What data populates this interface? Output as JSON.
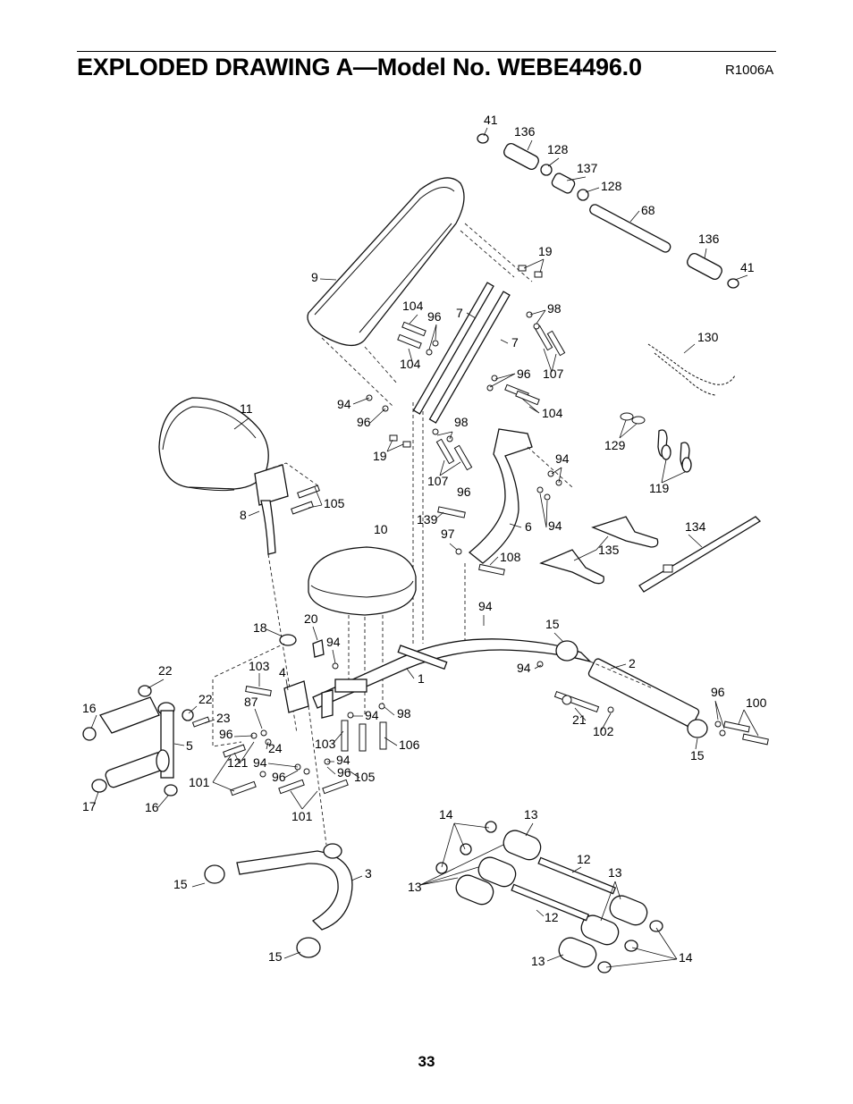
{
  "header": {
    "title": "EXPLODED DRAWING A—Model No. WEBE4496.0",
    "code": "R1006A"
  },
  "footer": {
    "page_number": "33"
  },
  "callouts": {
    "c41a": "41",
    "c136a": "136",
    "c128a": "128",
    "c137": "137",
    "c128b": "128",
    "c68": "68",
    "c136b": "136",
    "c41b": "41",
    "c19a": "19",
    "c9": "9",
    "c104a": "104",
    "c96a": "96",
    "c7a": "7",
    "c98a": "98",
    "c7b": "7",
    "c104b": "104",
    "c96b": "96",
    "c107a": "107",
    "c130": "130",
    "c94a": "94",
    "c96c": "96",
    "c104c": "104",
    "c98b": "98",
    "c19b": "19",
    "c11": "11",
    "c129": "129",
    "c94b": "94",
    "c119": "119",
    "c107b": "107",
    "c96d": "96",
    "c105a": "105",
    "c8": "8",
    "c139": "139",
    "c6": "6",
    "c94c": "94",
    "c10": "10",
    "c134": "134",
    "c97": "97",
    "c108": "108",
    "c135": "135",
    "c94d": "94",
    "c18": "18",
    "c20": "20",
    "c94e": "94",
    "c15a": "15",
    "c22a": "22",
    "c103a": "103",
    "c4": "4",
    "c1": "1",
    "c94f": "94",
    "c2": "2",
    "c22b": "22",
    "c87": "87",
    "c16a": "16",
    "c23": "23",
    "c94g": "94",
    "c98c": "98",
    "c96e": "96",
    "c100": "100",
    "c5": "5",
    "c96f": "96",
    "c24": "24",
    "c103b": "103",
    "c106": "106",
    "c21": "21",
    "c102": "102",
    "c121": "121",
    "c94h": "94",
    "c94i": "94",
    "c96g": "96",
    "c96h": "96",
    "c105b": "105",
    "c15b": "15",
    "c101a": "101",
    "c17": "17",
    "c16b": "16",
    "c101b": "101",
    "c14a": "14",
    "c13a": "13",
    "c12a": "12",
    "c13b": "13",
    "c3": "3",
    "c15c": "15",
    "c13c": "13",
    "c12b": "12",
    "c15d": "15",
    "c13d": "13",
    "c14b": "14"
  }
}
